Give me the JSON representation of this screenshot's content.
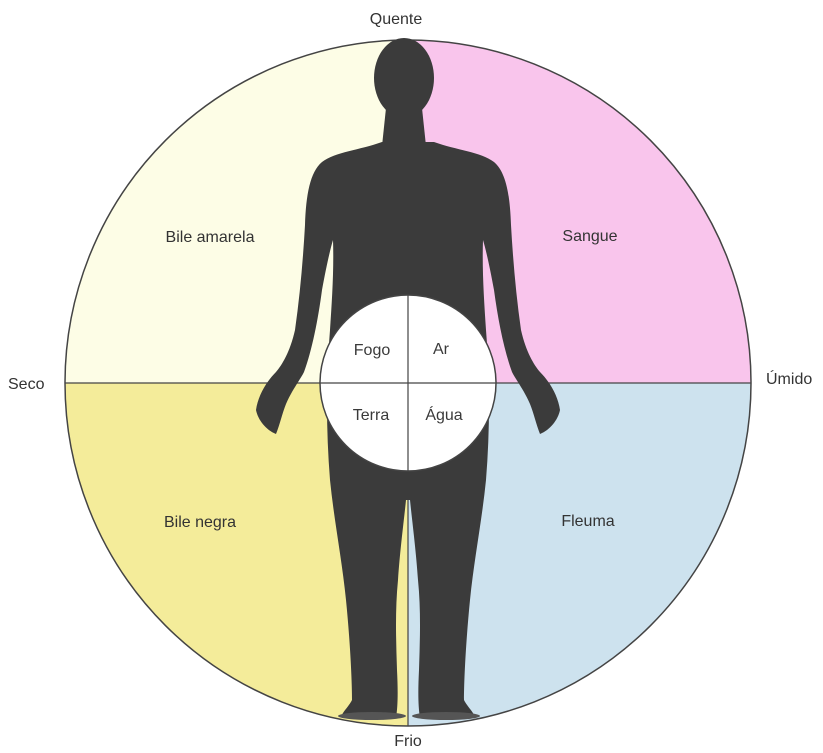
{
  "axes": {
    "top": "Quente",
    "bottom": "Frio",
    "left": "Seco",
    "right": "Úmido"
  },
  "humors": {
    "top_left": "Bile amarela",
    "top_right": "Sangue",
    "bottom_left": "Bile negra",
    "bottom_right": "Fleuma"
  },
  "elements": {
    "top_left": "Fogo",
    "top_right": "Ar",
    "bottom_left": "Terra",
    "bottom_right": "Água"
  },
  "colors": {
    "top_left": "#fdfde6",
    "top_right": "#f9c5ec",
    "bottom_left": "#f4ec9a",
    "bottom_right": "#cde2ee",
    "figure": "#3b3b3b",
    "outline": "#444444"
  }
}
